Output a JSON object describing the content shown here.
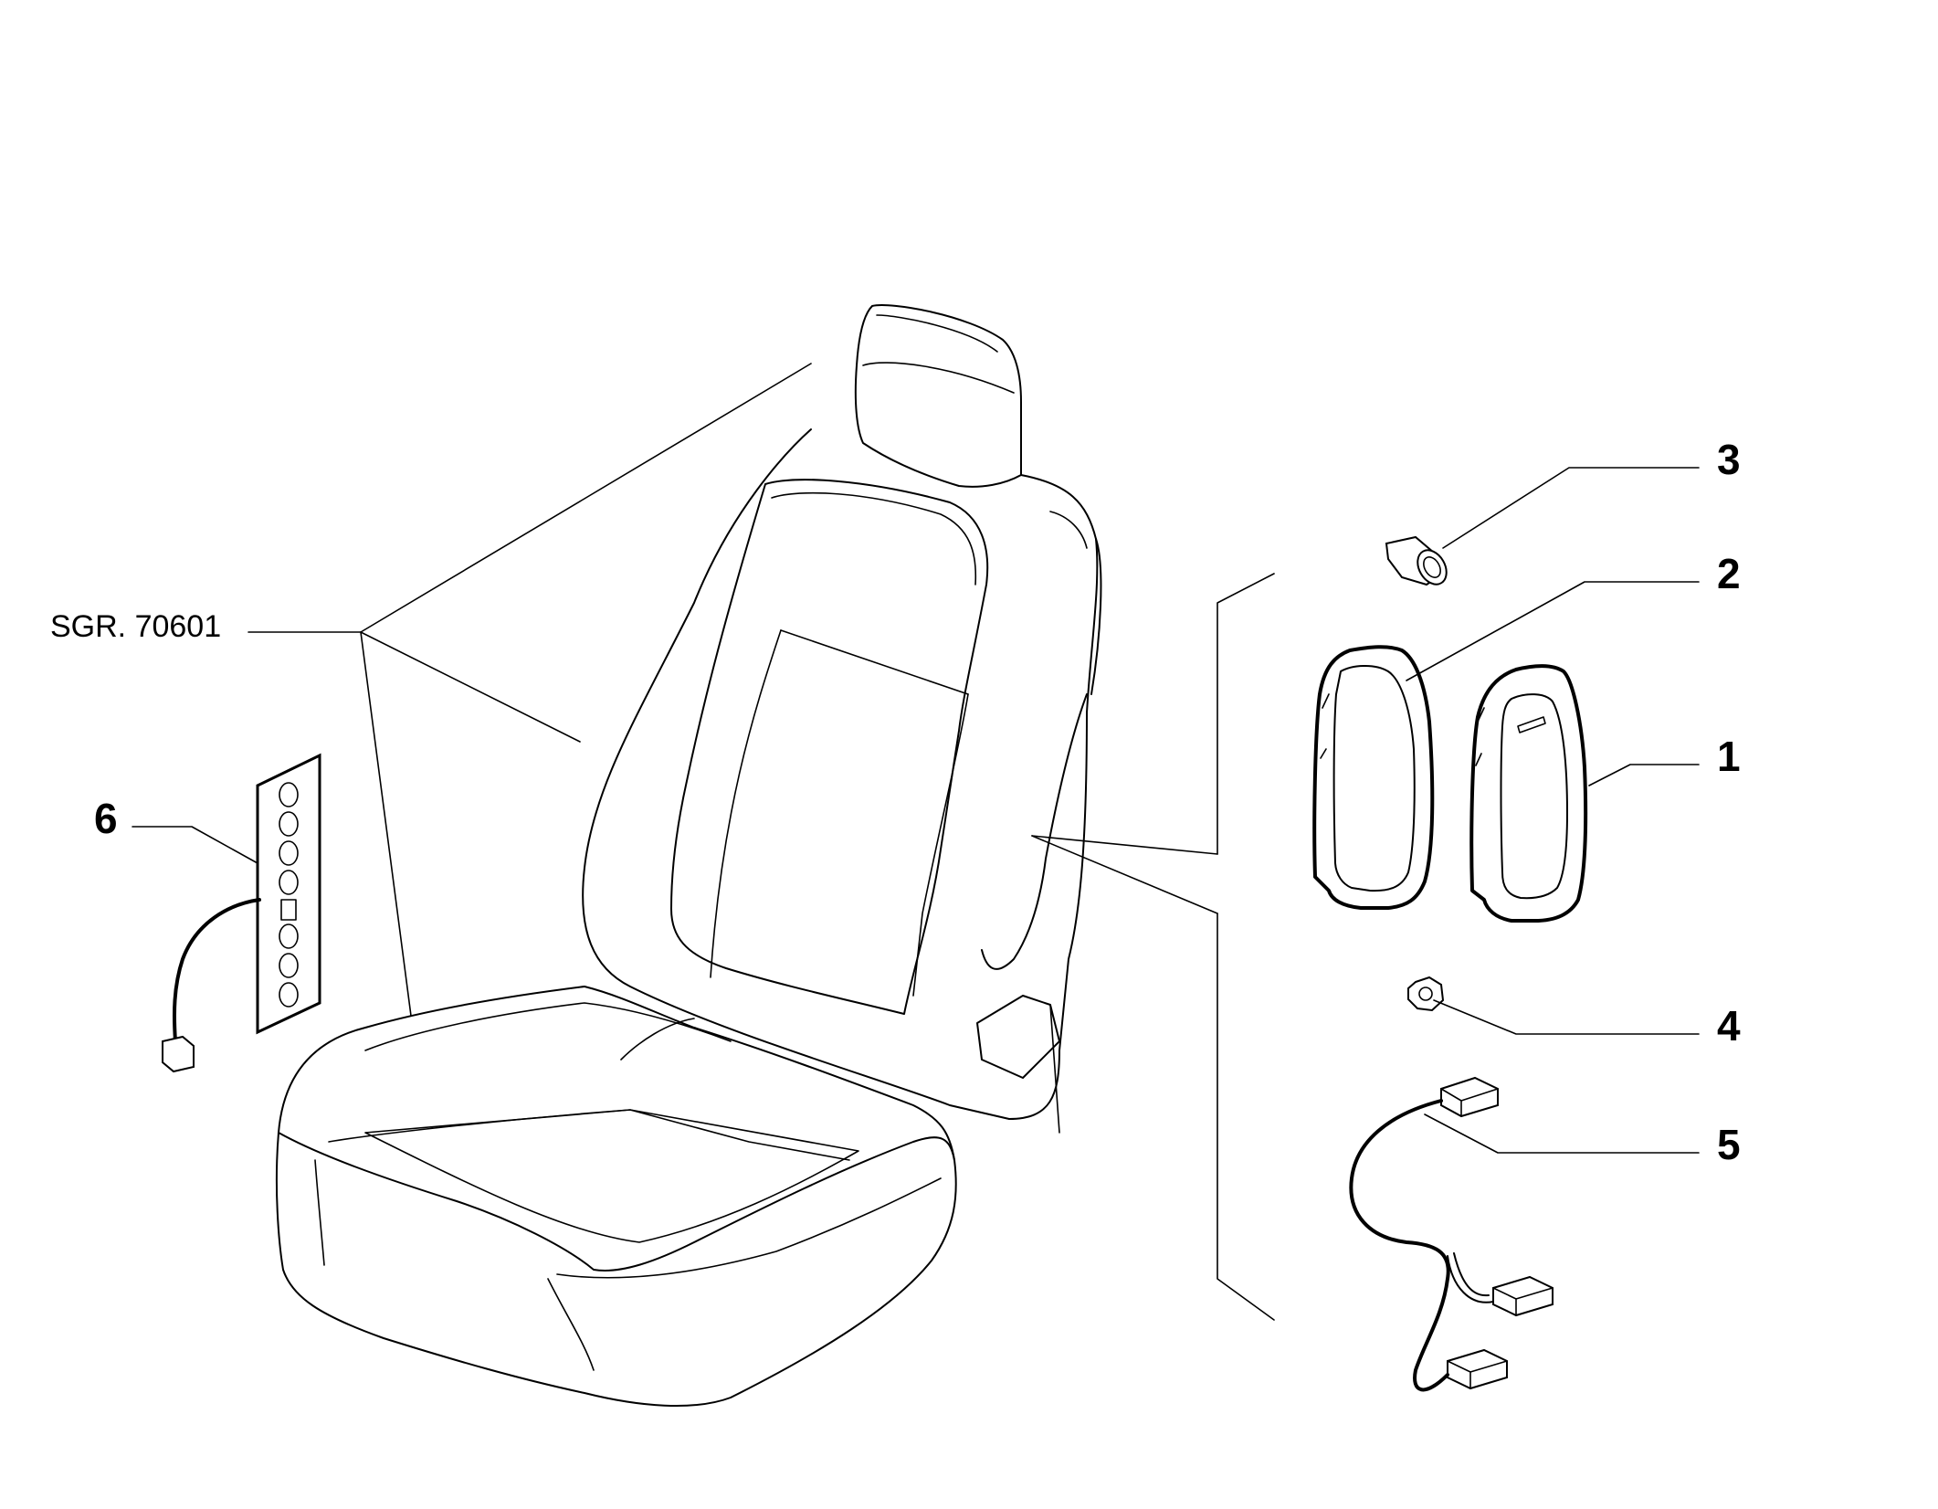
{
  "diagram": {
    "reference_label": "SGR. 70601",
    "callouts": [
      {
        "id": "1",
        "label": "1"
      },
      {
        "id": "2",
        "label": "2"
      },
      {
        "id": "3",
        "label": "3"
      },
      {
        "id": "4",
        "label": "4"
      },
      {
        "id": "5",
        "label": "5"
      },
      {
        "id": "6",
        "label": "6"
      }
    ]
  }
}
